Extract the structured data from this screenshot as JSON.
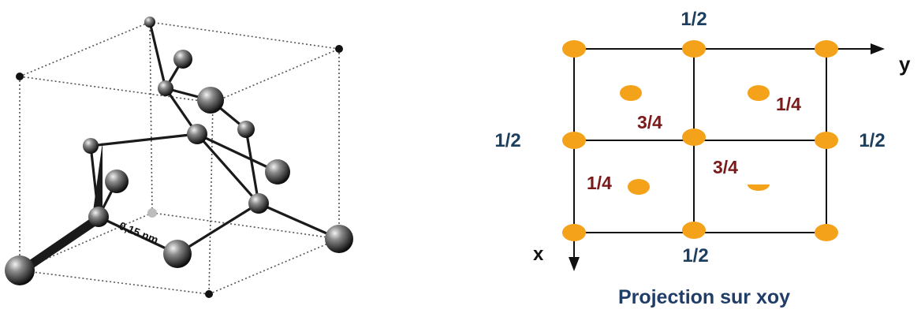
{
  "crystal_3d": {
    "bond_length_label": "0,15 nm"
  },
  "projection": {
    "caption": "Projection sur xoy",
    "axis_x": "x",
    "axis_y": "y",
    "labels": {
      "top": "1/2",
      "left": "1/2",
      "right": "1/2",
      "bottom": "1/2",
      "tetra_upper_left": "3/4",
      "tetra_upper_right": "1/4",
      "tetra_lower_left": "1/4",
      "tetra_lower_right": "3/4"
    },
    "atom_color": "#f5a21b",
    "line_color": "#111111"
  }
}
